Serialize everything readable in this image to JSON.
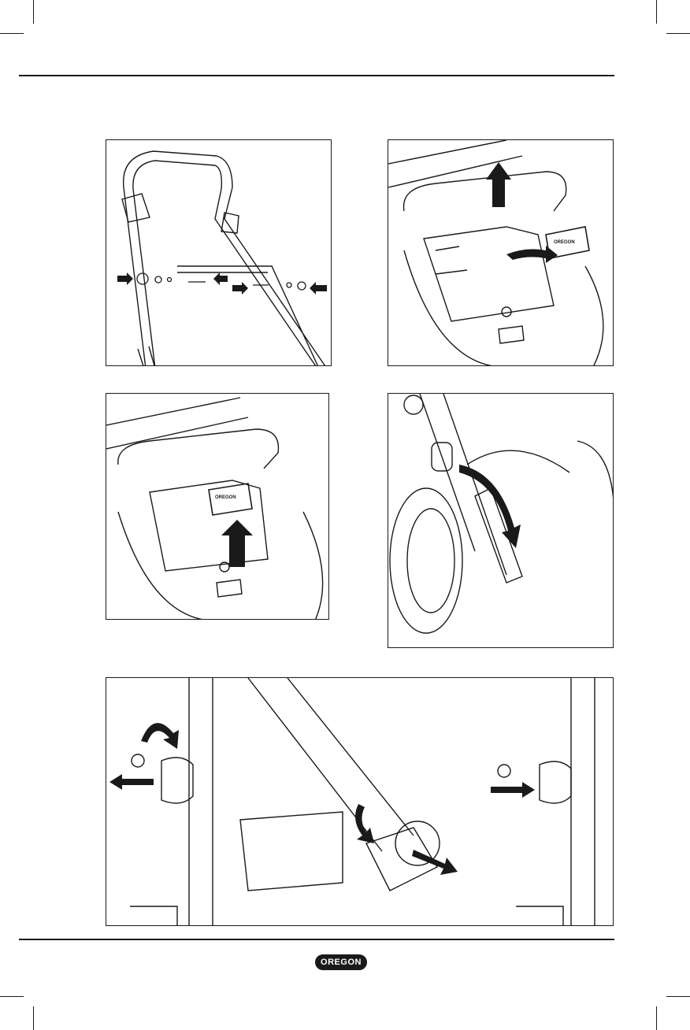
{
  "brand": {
    "logo_text": "OREGON",
    "logo_bg": "#1a1a1a",
    "logo_fg": "#ffffff"
  },
  "figures": [
    {
      "id": "fig-handle-assembly",
      "icon": "handle-bolt-assembly"
    },
    {
      "id": "fig-battery-remove",
      "icon": "battery-removal",
      "label": "OREGON"
    },
    {
      "id": "fig-battery-insert",
      "icon": "battery-insertion",
      "label": "OREGON"
    },
    {
      "id": "fig-height-adjust",
      "icon": "cutting-height-lever"
    },
    {
      "id": "fig-handle-knobs",
      "icon": "handle-knob-release"
    }
  ],
  "colors": {
    "ink": "#1a1a1a",
    "paper": "#ffffff"
  }
}
